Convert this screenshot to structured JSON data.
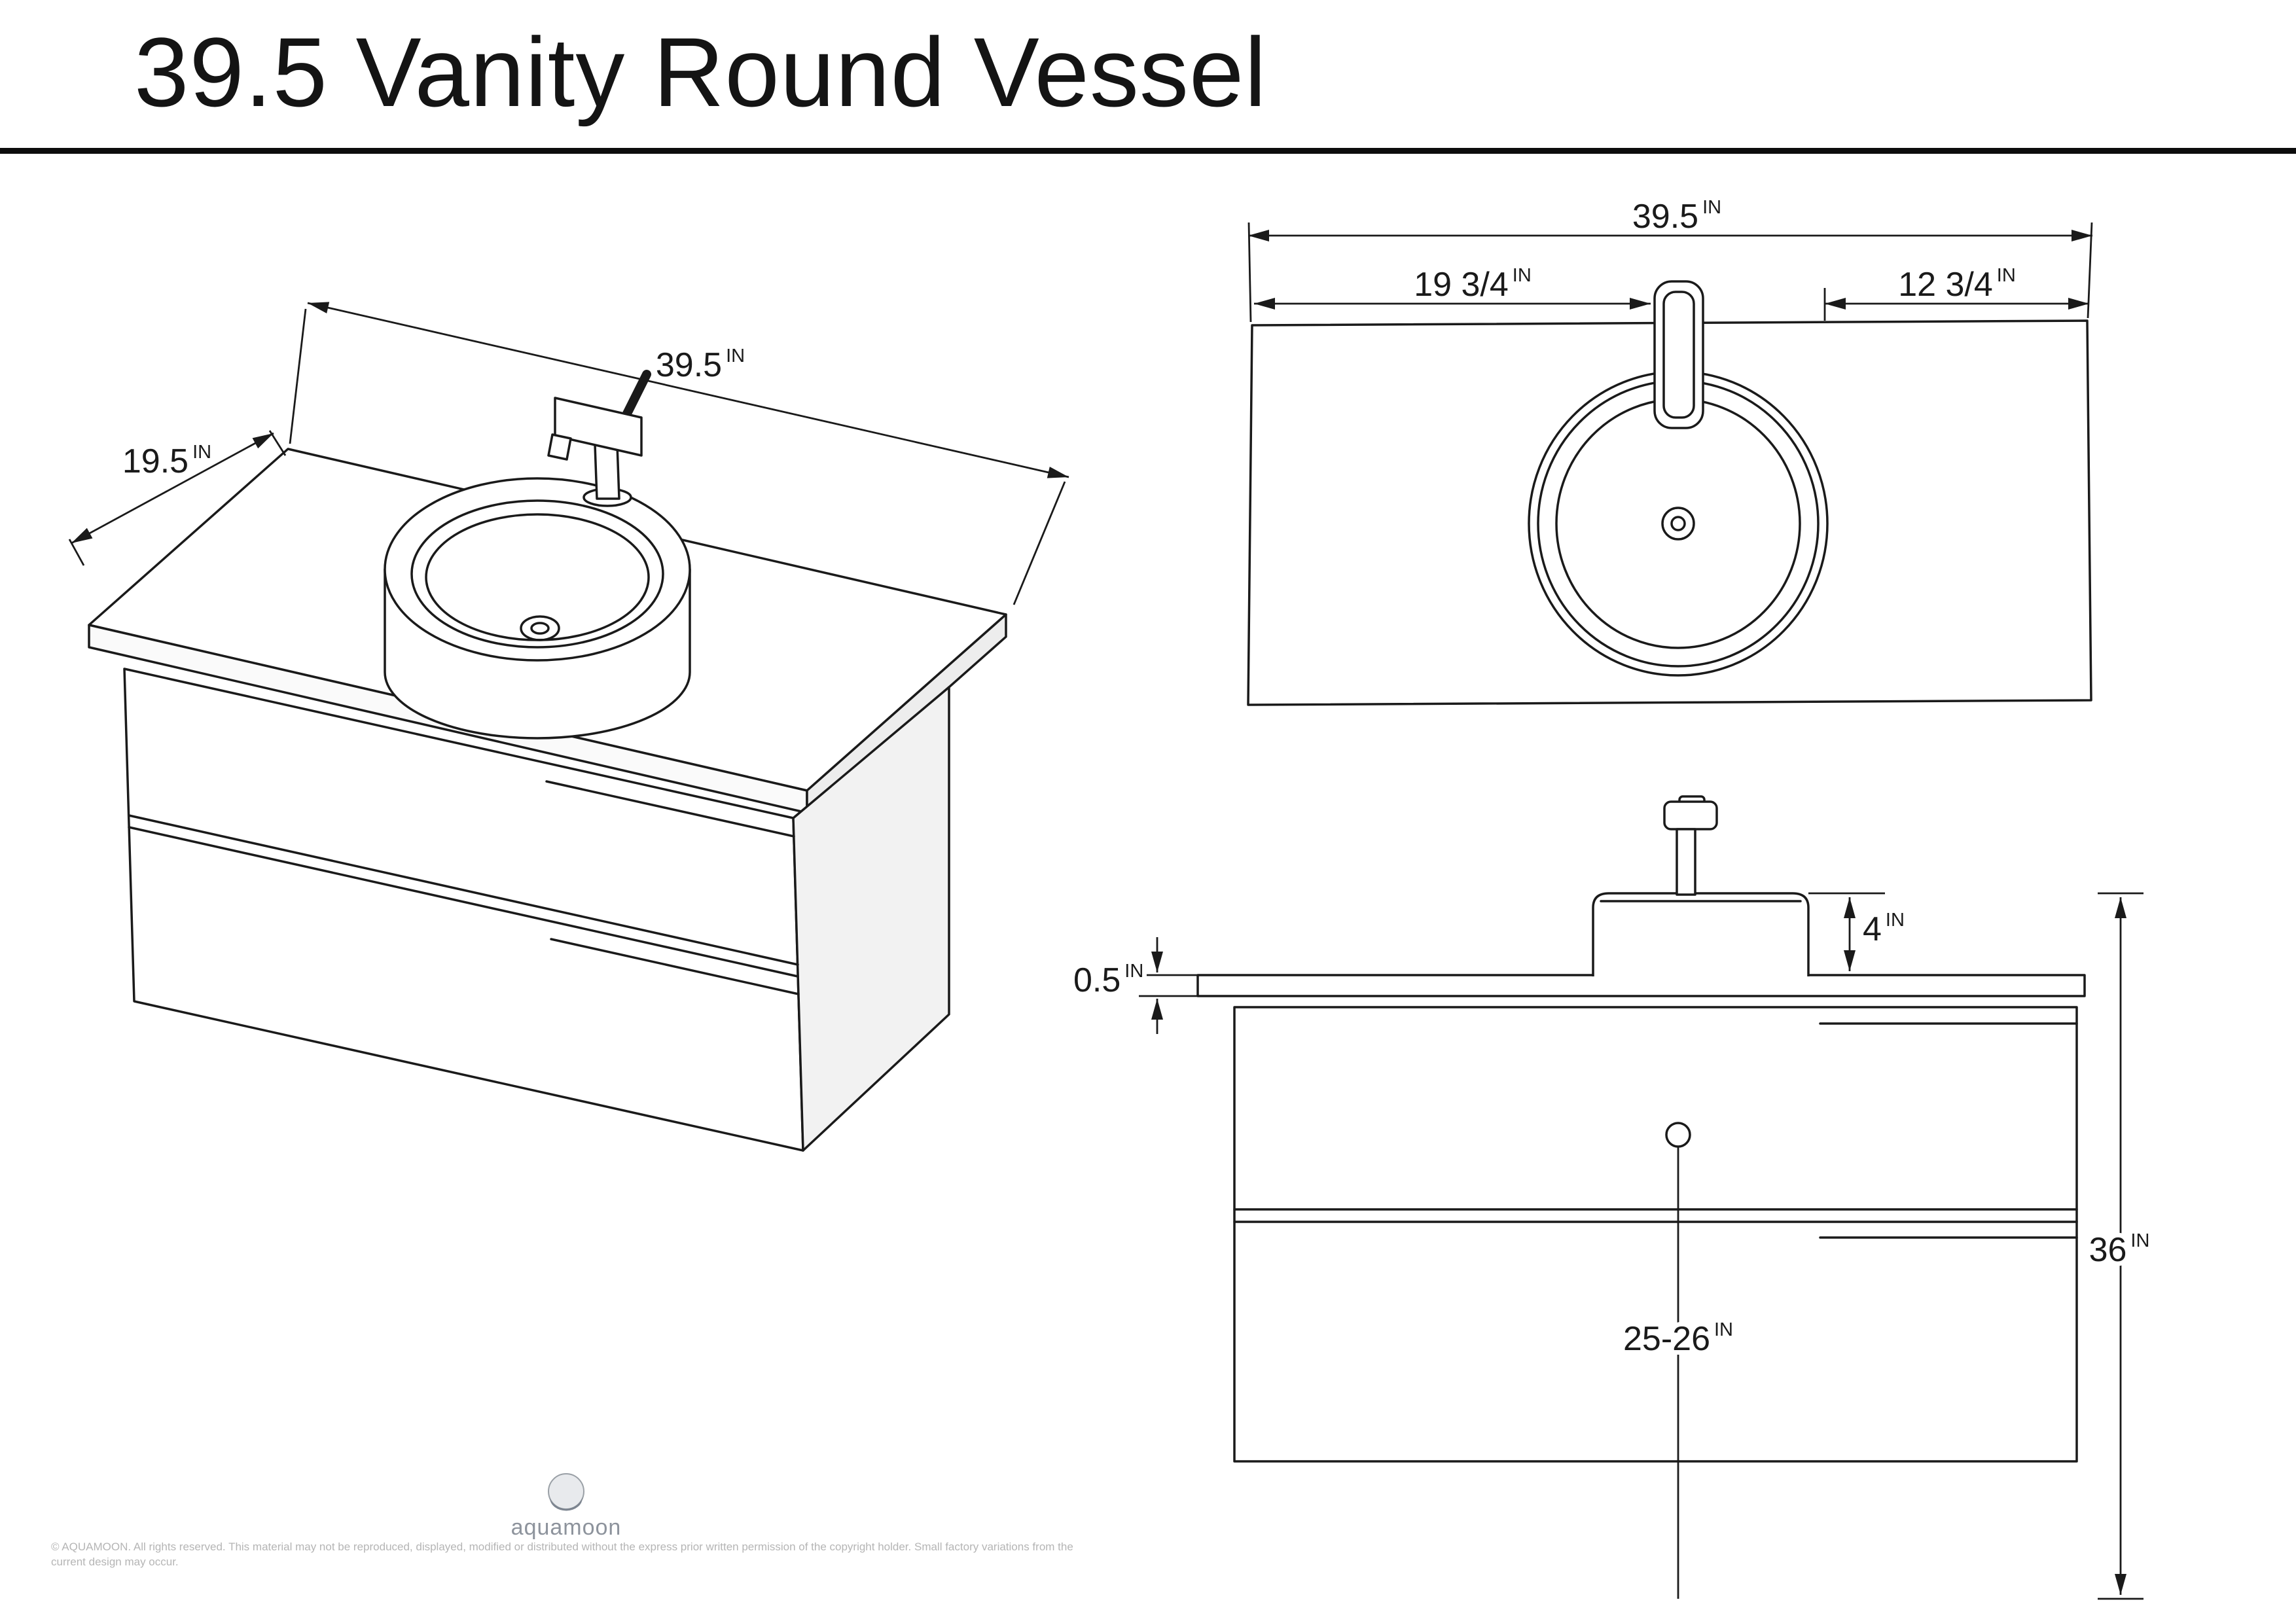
{
  "title": "39.5 Vanity Round Vessel",
  "unit": "IN",
  "perspective_view": {
    "depth": "19.5",
    "width": "39.5"
  },
  "top_view": {
    "width": "39.5",
    "faucet_from_left": "19 3/4",
    "faucet_from_right": "12 3/4"
  },
  "front_view": {
    "counter_thickness": "0.5",
    "vessel_height": "4",
    "total_height": "36",
    "drain_height": "25-26"
  },
  "footer": {
    "brand": "aquamoon",
    "copyright_line1": "© AQUAMOON. All rights reserved. This material may not be reproduced, displayed, modified or distributed without the express prior written permission of the copyright holder. Small factory variations from the",
    "copyright_line2": "current design may occur."
  }
}
